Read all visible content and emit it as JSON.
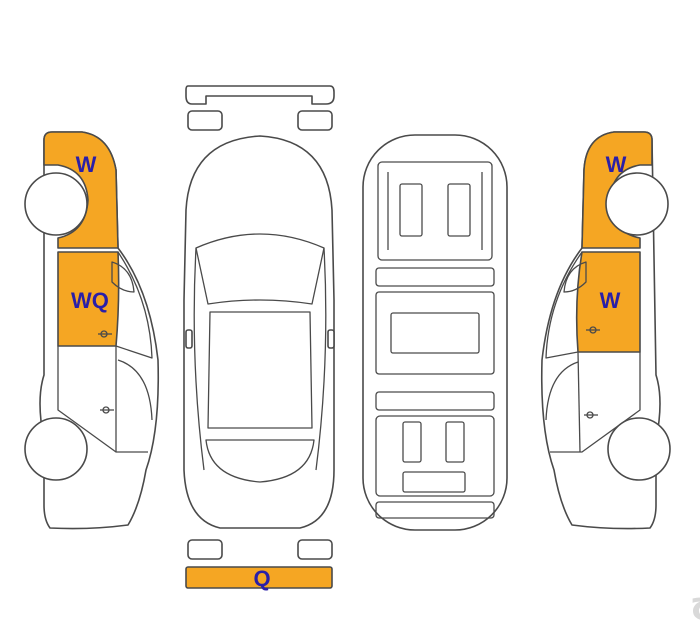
{
  "colors": {
    "damage": "#F5A623",
    "label": "#2A1FA8",
    "outline": "#4a4a4a",
    "watermark": "#d9d9d9"
  },
  "labels": {
    "left_front_fender": "W",
    "left_front_door": "WQ",
    "right_front_fender": "W",
    "right_front_door": "W",
    "rear_bumper": "Q"
  },
  "watermark": {
    "text": "حراج"
  }
}
